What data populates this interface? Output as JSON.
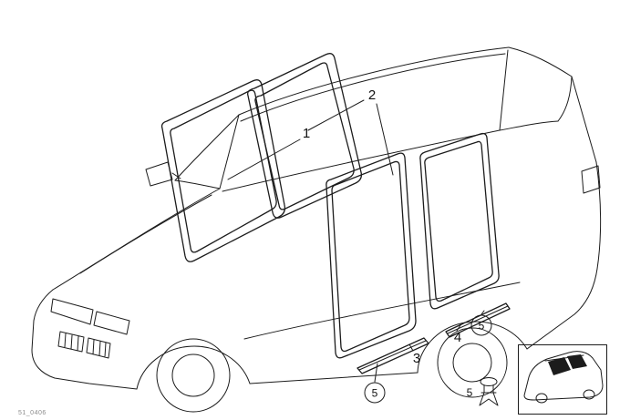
{
  "colors": {
    "background": "#ffffff",
    "line": "#1c1c1c",
    "label": "#111111",
    "code": "#8a8a8a"
  },
  "callouts": {
    "c1": "1",
    "c2": "2",
    "c3": "3",
    "c4": "4",
    "c5_front": "5",
    "c5_rear": "5",
    "c5_clip": "5"
  },
  "footer": {
    "code": "51_0406"
  }
}
